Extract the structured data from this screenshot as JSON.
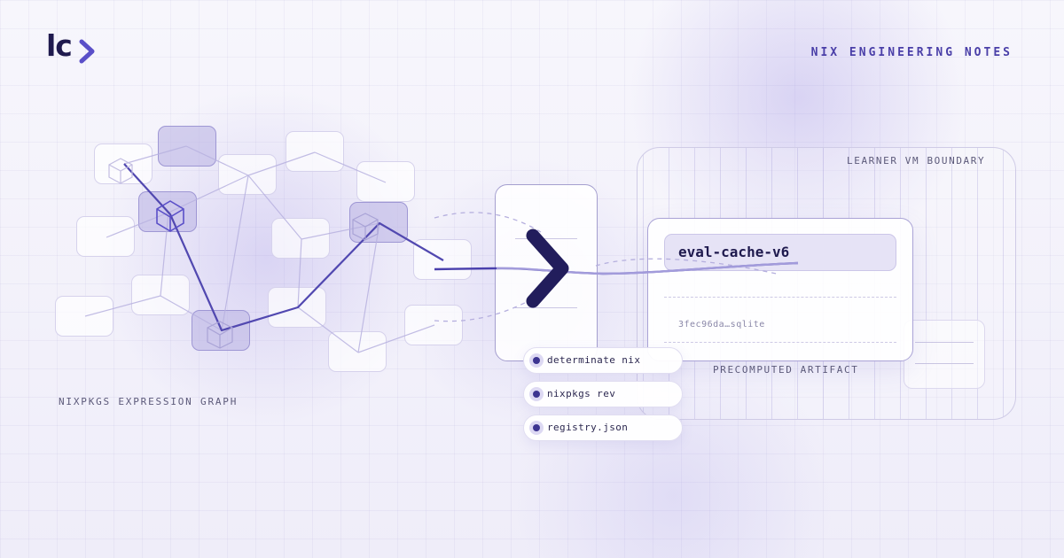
{
  "brand": {
    "logo_text": "lc",
    "accent": "#5a4fc8",
    "dark": "#1f1a4e"
  },
  "header": {
    "series_title": "NIX ENGINEERING NOTES"
  },
  "diagram": {
    "graph_label": "NIXPKGS EXPRESSION GRAPH",
    "vm_label": "LEARNER VM BOUNDARY",
    "artifact": {
      "name": "eval-cache-v6",
      "file": "3fec96da…sqlite",
      "label": "PRECOMPUTED ARTIFACT"
    },
    "inputs": [
      {
        "label": "determinate nix"
      },
      {
        "label": "nixpkgs rev"
      },
      {
        "label": "registry.json"
      }
    ],
    "icons": [
      "package-cube-icon",
      "chevron-right-icon",
      "logo-chevron-icon"
    ]
  }
}
